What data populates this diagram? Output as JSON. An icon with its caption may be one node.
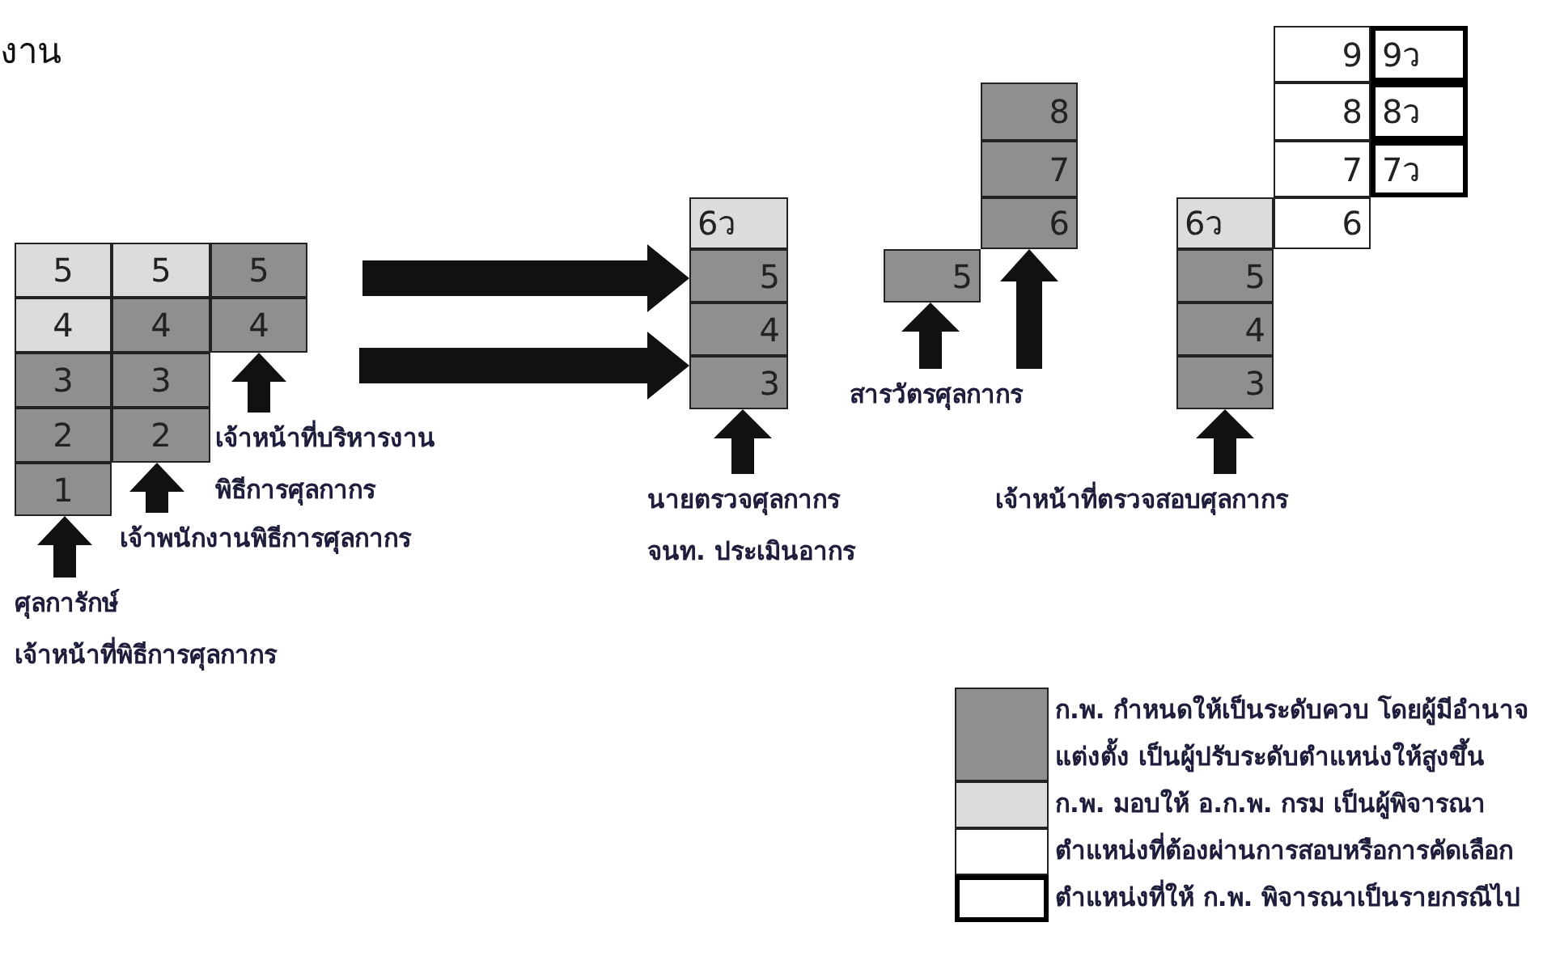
{
  "diagram": {
    "nodes": [
      {
        "text": [
          "5"
        ]
      },
      {
        "text": [
          "4"
        ]
      },
      {
        "text": [
          "3"
        ]
      },
      {
        "text": [
          "2"
        ]
      },
      {
        "text": [
          "1"
        ]
      },
      {
        "text": [
          "5"
        ]
      },
      {
        "text": [
          "4"
        ]
      },
      {
        "text": [
          "3"
        ]
      },
      {
        "text": [
          "2"
        ]
      },
      {
        "text": [
          "5"
        ]
      },
      {
        "text": [
          "4"
        ]
      },
      {
        "text": [
          "6ว"
        ]
      },
      {
        "text": [
          "5"
        ]
      },
      {
        "text": [
          "4"
        ]
      },
      {
        "text": [
          "3"
        ]
      },
      {
        "text": [
          "8"
        ]
      },
      {
        "text": [
          "7"
        ]
      },
      {
        "text": [
          "6"
        ]
      },
      {
        "text": [
          "5"
        ]
      },
      {
        "text": [
          "9"
        ]
      },
      {
        "text": [
          "9ว"
        ]
      },
      {
        "text": [
          "8"
        ]
      },
      {
        "text": [
          "8ว"
        ]
      },
      {
        "text": [
          "7"
        ]
      },
      {
        "text": [
          "7ว"
        ]
      },
      {
        "text": [
          "6ว"
        ]
      },
      {
        "text": [
          "6"
        ]
      },
      {
        "text": [
          "5"
        ]
      },
      {
        "text": [
          "4"
        ]
      },
      {
        "text": [
          "3"
        ]
      },
      {
        "text": [
          "เจ้าหน้าที่บริหารงาน พิธีการศุลกากร"
        ]
      },
      {
        "text": [
          "เจ้าพนักงานพิธีการศุลกากร"
        ]
      },
      {
        "text": [
          "ศุลการักษ์",
          "เจ้าหน้าที่พิธีการศุลกากร"
        ]
      },
      {
        "text": [
          "นายตรวจศุลกากร",
          "จนท. ประเมินอากร"
        ]
      },
      {
        "text": [
          "สารวัตรศุลกากร"
        ]
      },
      {
        "text": [
          "เจ้าหน้าที่ตรวจสอบศุลกากร"
        ]
      }
    ],
    "edges": [
      {
        "from": 30,
        "to": 10,
        "arrow": "to"
      },
      {
        "from": 31,
        "to": 8,
        "arrow": "to"
      },
      {
        "from": 32,
        "to": 4,
        "arrow": "to"
      },
      {
        "from": null,
        "to": 12,
        "arrow": "to"
      },
      {
        "from": null,
        "to": 14,
        "arrow": "to"
      },
      {
        "from": 33,
        "to": 14,
        "arrow": "to"
      },
      {
        "from": 34,
        "to": 18,
        "arrow": "to"
      },
      {
        "from": 34,
        "to": 17,
        "arrow": "to"
      },
      {
        "from": 35,
        "to": 29,
        "arrow": "to"
      }
    ],
    "labels": [
      "งาน"
    ],
    "legend": [
      {
        "text": "ก.พ. กำหนดให้เป็นระดับควบ โดยผู้มีอำนาจ แต่งตั้ง เป็นผู้ปรับระดับตำแหน่งให้สูงขึ้น",
        "color": "#8f8f8f"
      },
      {
        "text": "ก.พ. มอบให้ อ.ก.พ. กรม เป็นผู้พิจารณา",
        "color": "#dcdcdc"
      },
      {
        "text": "ตำแหน่งที่ต้องผ่านการสอบหรือการคัดเลือก",
        "color": "#ffffff"
      },
      {
        "text": "ตำแหน่งที่ให้ ก.พ. พิจารณาเป็นรายกรณีไป"
      }
    ]
  }
}
